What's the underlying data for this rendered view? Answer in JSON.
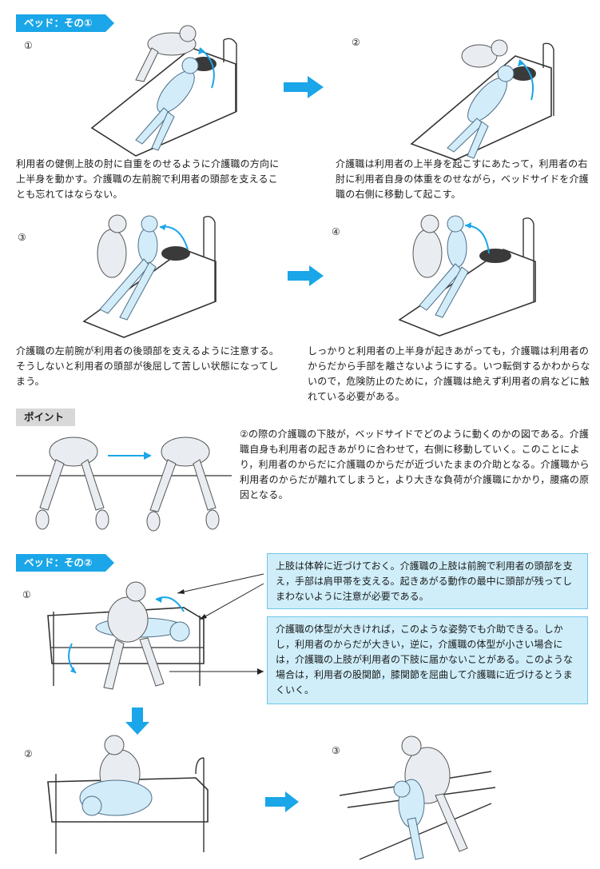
{
  "section1": {
    "tag": "ベッド：その①",
    "steps": [
      {
        "num": "①",
        "text": "利用者の健側上肢の肘に自重をのせるように介護職の方向に上半身を動かす。介護職の左前腕で利用者の頭部を支えることも忘れてはならない。"
      },
      {
        "num": "②",
        "text": "介護職は利用者の上半身を起こすにあたって，利用者の右肘に利用者自身の体重をのせながら，ベッドサイドを介護職の右側に移動して起こす。"
      },
      {
        "num": "③",
        "text": "介護職の左前腕が利用者の後頭部を支えるように注意する。そうしないと利用者の頭部が後屈して苦しい状態になってしまう。"
      },
      {
        "num": "④",
        "text": "しっかりと利用者の上半身が起きあがっても，介護職は利用者のからだから手部を離さないようにする。いつ転倒するかわからないので，危険防止のために，介護職は絶えず利用者の肩などに触れている必要がある。"
      }
    ]
  },
  "point": {
    "tag": "ポイント",
    "text": "②の際の介護職の下肢が，ベッドサイドでどのように動くのかの図である。介護職自身も利用者の起きあがりに合わせて，右側に移動していく。このことにより，利用者のからだに介護職のからだが近づいたままの介助となる。介護職から利用者のからだが離れてしまうと，より大きな負荷が介護職にかかり，腰痛の原因となる。"
  },
  "section2": {
    "tag": "ベッド：その②",
    "nums": [
      "①",
      "②",
      "③"
    ],
    "callouts": [
      "上肢は体幹に近づけておく。介護職の上肢は前腕で利用者の頭部を支え，手部は肩甲帯を支える。起きあがる動作の最中に頭部が残ってしまわないように注意が必要である。",
      "介護職の体型が大きければ，このような姿勢でも介助できる。しかし，利用者のからだが大きい，逆に，介護職の体型が小さい場合には，介護職の上肢が利用者の下肢に届かないことがある。このような場合は，利用者の股関節，膝関節を屈曲して介護職に近づけるとうまくいく。"
    ]
  },
  "colors": {
    "accent": "#1aa6e8",
    "callout_bg": "#cfeefa",
    "point_tag": "#d8d8d8"
  },
  "icons": [
    "right-arrow-icon",
    "down-arrow-icon",
    "rotation-arrow-icon"
  ]
}
